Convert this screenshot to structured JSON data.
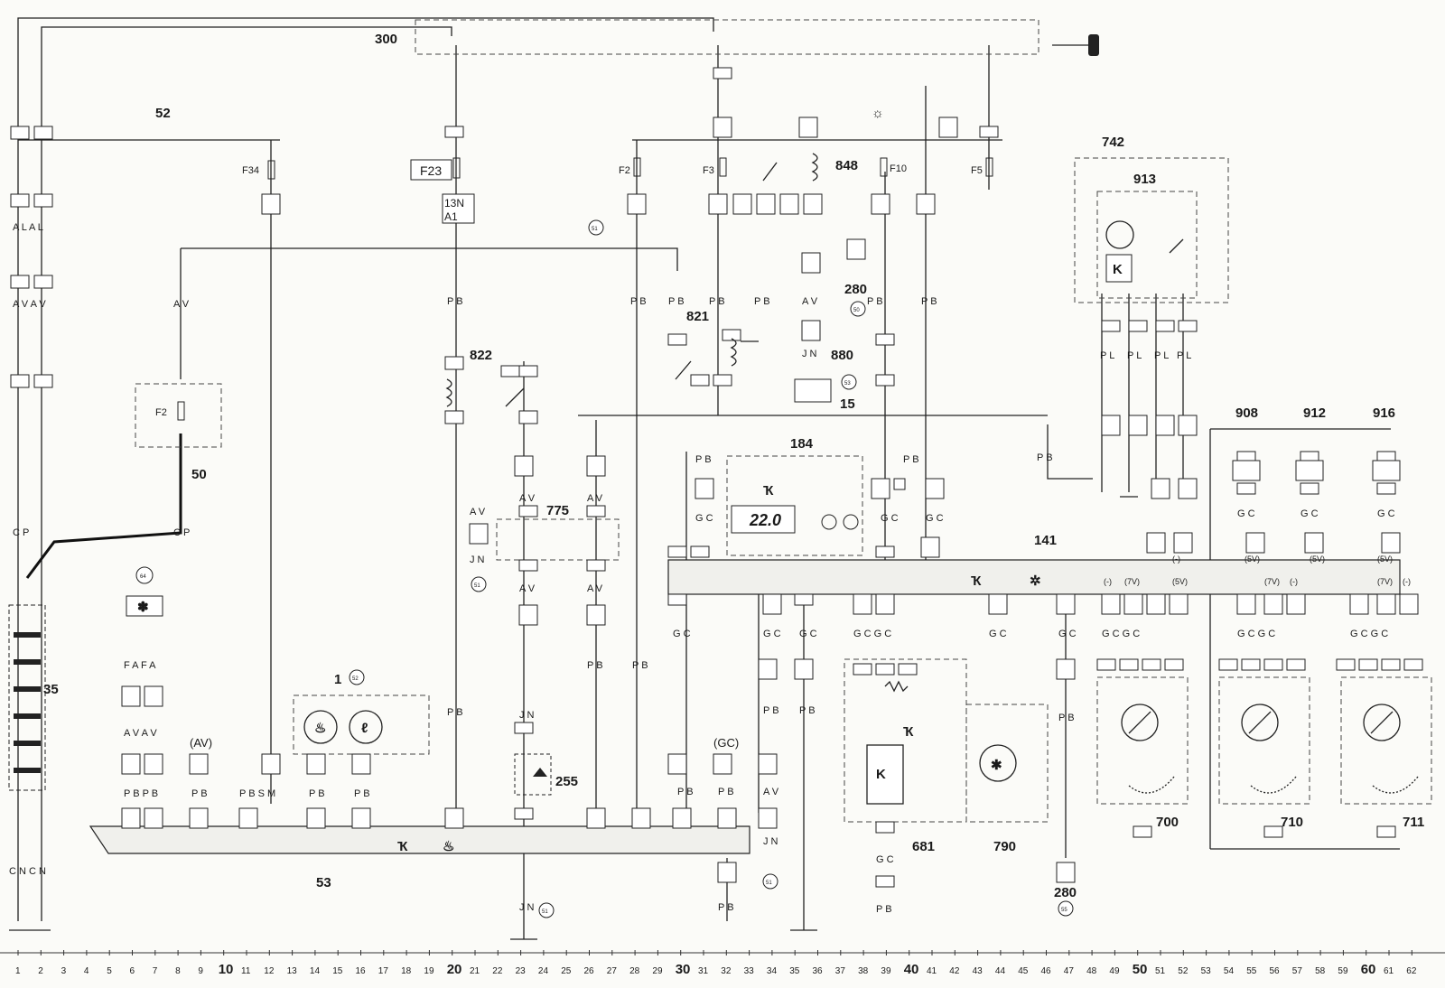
{
  "components": {
    "c300": "300",
    "c52": "52",
    "c742": "742",
    "c913": "913",
    "c848": "848",
    "c821": "821",
    "c822": "822",
    "c775": "775",
    "c184": "184",
    "c141": "141",
    "c280a": "280",
    "c280b": "280",
    "c880": "880",
    "c908": "908",
    "c912": "912",
    "c916": "916",
    "c1": "1",
    "c35": "35",
    "c50": "50",
    "c53": "53",
    "c255": "255",
    "c681": "681",
    "c790": "790",
    "c700": "700",
    "c710": "710",
    "c711": "711",
    "c15": "15",
    "cAV": "(AV)",
    "cGC": "(GC)"
  },
  "fuses": {
    "F23": "F23",
    "F34": "F34",
    "F2a": "F2",
    "F2b": "F2",
    "F3": "F3",
    "F10": "F10",
    "F5": "F5"
  },
  "connector_13N": {
    "line1": "13N",
    "line2": "A1"
  },
  "display_value": "22.0",
  "callouts": [
    "51",
    "64",
    "52",
    "53",
    "50",
    "51",
    "51",
    "51",
    "55"
  ],
  "wire_codes": {
    "PB": "P B",
    "AV": "A V",
    "CP": "C P",
    "GC": "G C",
    "JN": "J N",
    "PL": "P L",
    "ALAL": "A L A L",
    "AVAV": "A V A V",
    "CNCN": "C N C N",
    "FAFA": "F A F A",
    "GCGC": "G C G C",
    "PBPB": "P B P B",
    "PBSM": "P B S M"
  },
  "voltages": {
    "m": "(-)",
    "v5": "(5V)",
    "v7": "(7V)"
  },
  "axis_ticks": [
    "1",
    "2",
    "3",
    "4",
    "5",
    "6",
    "7",
    "8",
    "9",
    "10",
    "11",
    "12",
    "13",
    "14",
    "15",
    "16",
    "17",
    "18",
    "19",
    "20",
    "21",
    "22",
    "23",
    "24",
    "25",
    "26",
    "27",
    "28",
    "29",
    "30",
    "31",
    "32",
    "33",
    "34",
    "35",
    "36",
    "37",
    "38",
    "39",
    "40",
    "41",
    "42",
    "43",
    "44",
    "45",
    "46",
    "47",
    "48",
    "49",
    "50",
    "51",
    "52",
    "53",
    "54",
    "55",
    "56",
    "57",
    "58",
    "59",
    "60",
    "61",
    "62"
  ]
}
